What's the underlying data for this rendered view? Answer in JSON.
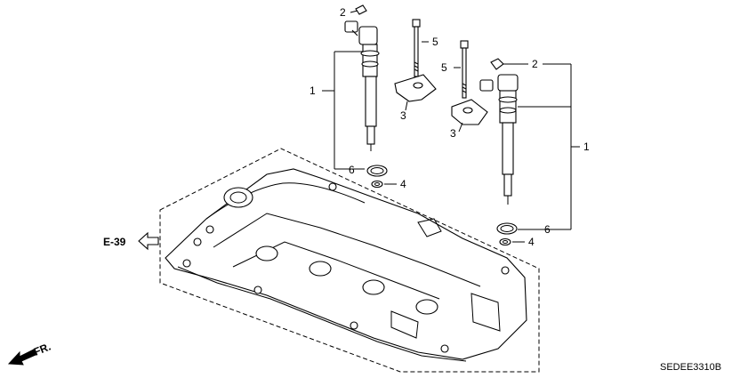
{
  "callouts": [
    {
      "id": "c2a",
      "label": "2"
    },
    {
      "id": "c5a",
      "label": "5"
    },
    {
      "id": "c1a",
      "label": "1"
    },
    {
      "id": "c3a",
      "label": "3"
    },
    {
      "id": "c6a",
      "label": "6"
    },
    {
      "id": "c4a",
      "label": "4"
    },
    {
      "id": "c5b",
      "label": "5"
    },
    {
      "id": "c2b",
      "label": "2"
    },
    {
      "id": "c3b",
      "label": "3"
    },
    {
      "id": "c1b",
      "label": "1"
    },
    {
      "id": "c6b",
      "label": "6"
    },
    {
      "id": "c4b",
      "label": "4"
    }
  ],
  "reference": {
    "label": "E-39"
  },
  "front_marker": {
    "label": "FR."
  },
  "diagram_code": "SEDEE3310B"
}
